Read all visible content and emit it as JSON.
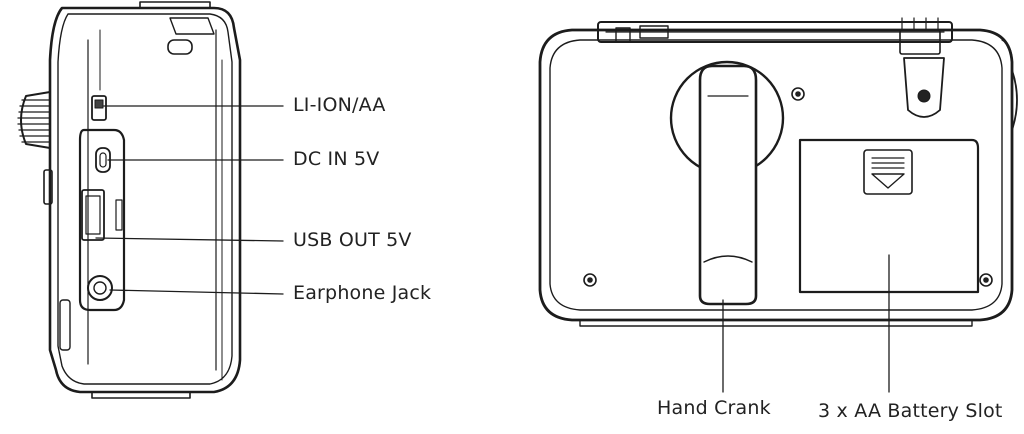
{
  "side_view": {
    "labels": {
      "li_ion_switch": "LI-ION/AA",
      "dc_in": "DC IN 5V",
      "usb_out": "USB OUT 5V",
      "earphone": "Earphone Jack"
    }
  },
  "back_view": {
    "labels": {
      "hand_crank": "Hand Crank",
      "battery_slot": "3 x AA Battery Slot"
    }
  }
}
